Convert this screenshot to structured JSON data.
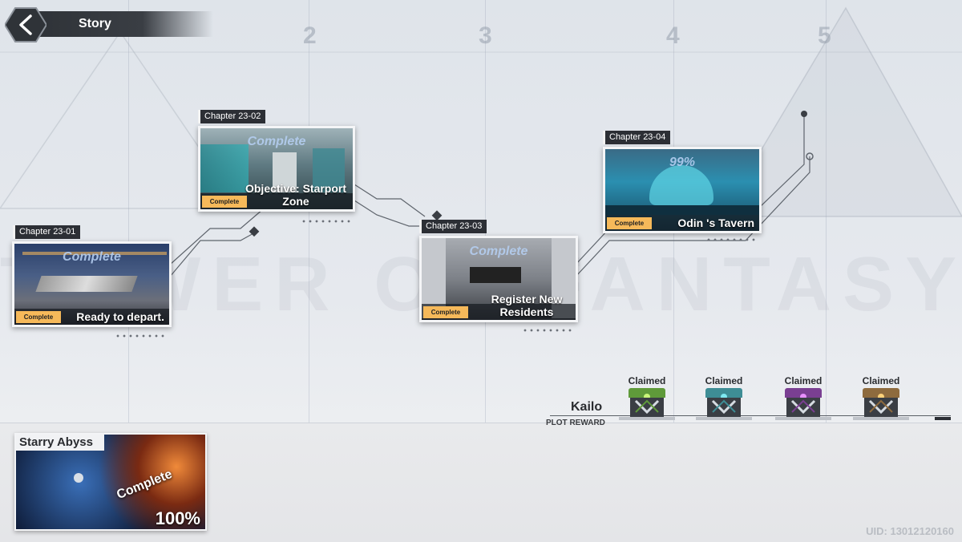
{
  "header": {
    "title": "Story",
    "back_icon": "chevron-left-icon"
  },
  "background": {
    "columns": [
      "2",
      "3",
      "4",
      "5"
    ],
    "watermark": "TOWER OF FANTASY"
  },
  "chapters": [
    {
      "tag": "Chapter 23-01",
      "status": "Complete",
      "badge": "Complete",
      "name": "Ready to depart."
    },
    {
      "tag": "Chapter 23-02",
      "status": "Complete",
      "badge": "Complete",
      "name": "Objective: Starport Zone"
    },
    {
      "tag": "Chapter 23-03",
      "status": "Complete",
      "badge": "Complete",
      "name": "Register New Residents"
    },
    {
      "tag": "Chapter 23-04",
      "status": "99%",
      "badge": "Complete",
      "name": "Odin 's Tavern"
    }
  ],
  "plot_reward": {
    "name": "Kailo",
    "label": "PLOT REWARD",
    "chests": [
      {
        "label": "Claimed",
        "color": "#5f9a3a",
        "gem": "#c9f57a"
      },
      {
        "label": "Claimed",
        "color": "#3e8d95",
        "gem": "#7fe8f0"
      },
      {
        "label": "Claimed",
        "color": "#7a3f92",
        "gem": "#e890ff"
      },
      {
        "label": "Claimed",
        "color": "#8e6b3e",
        "gem": "#ffd27a"
      }
    ]
  },
  "current_arc": {
    "title": "Starry Abyss",
    "status": "Complete",
    "percent": "100%"
  },
  "footer": {
    "uid": "UID: 13012120160"
  }
}
